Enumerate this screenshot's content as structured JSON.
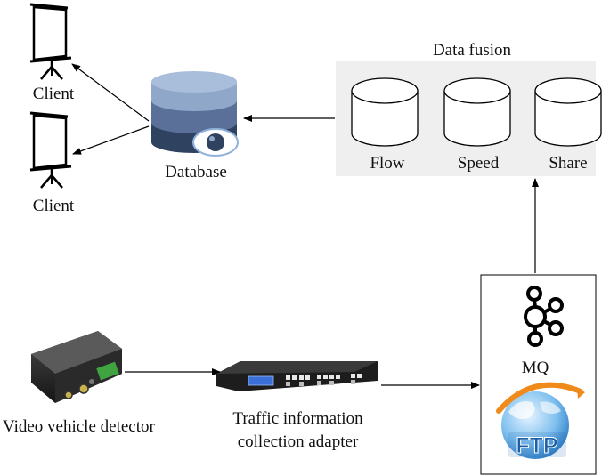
{
  "clients": [
    "Client",
    "Client"
  ],
  "database": {
    "label": "Database"
  },
  "fusion": {
    "title": "Data fusion",
    "stores": [
      "Flow",
      "Speed",
      "Share"
    ]
  },
  "devices": {
    "detector": "Video vehicle detector",
    "adapter_line1": "Traffic information",
    "adapter_line2": "collection adapter"
  },
  "mq": {
    "label": "MQ",
    "ftp_text": "FTP"
  },
  "icons": {
    "client": "projector-screen-icon",
    "database": "database-eye-icon",
    "cylinder": "cylinder-icon",
    "mq": "kafka-icon",
    "ftp": "ftp-globe-icon"
  },
  "colors": {
    "fusion_panel": "#efefef",
    "db_top": "#8fa7c9",
    "db_mid": "#5b7099",
    "db_bottom": "#2f4260",
    "ftp_orange": "#f08a1a",
    "ftp_blue": "#1a5fa8",
    "lcd": "#3a6fd8"
  }
}
